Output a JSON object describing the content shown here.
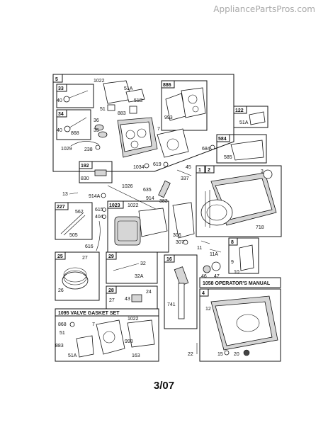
{
  "watermark": "AppliancePartsPros.com",
  "footer_text": "3/07",
  "boxes": {
    "cylinder_head_assy": "5",
    "valve_intake": "33",
    "valve_exhaust": "34",
    "gasket_kit_886": "886",
    "box_122": "122",
    "box_192": "192",
    "box_584": "584",
    "box_227": "227",
    "box_1023": "1023",
    "cylinder": "1",
    "box_2": "2",
    "box_8": "8",
    "box_25": "25",
    "box_29": "29",
    "box_28": "28",
    "box_16": "16",
    "sump": "4",
    "operators_manual": "1058 OPERATOR'S MANUAL",
    "valve_gasket_set": "1095 VALVE GASKET SET"
  },
  "callouts": {
    "c1022a": "1022",
    "c51Aa": "51A",
    "c51Ba": "51B",
    "c51a": "51",
    "c883a": "883",
    "c40a": "40",
    "c40b": "40",
    "c868a": "868",
    "c36": "36",
    "c35": "35",
    "c7a": "7",
    "c993a": "993",
    "c1029": "1029",
    "c238": "238",
    "c684": "684",
    "c585": "585",
    "c51Ab": "51A",
    "c1034": "1034",
    "c619": "619",
    "c45": "45",
    "c337": "337",
    "c830": "830",
    "c13": "13",
    "c914a": "914A",
    "c1026": "1026",
    "c635": "635",
    "c914": "914",
    "c383": "383",
    "c3": "3",
    "c718": "718",
    "c562": "562",
    "c615": "615",
    "c404": "404",
    "c505": "505",
    "c1022b": "1022",
    "c306": "306",
    "c307": "307",
    "c616": "616",
    "c11": "11",
    "c11A": "11A",
    "c9": "9",
    "c10": "10",
    "c27a": "27",
    "c26": "26",
    "c32": "32",
    "c32A": "32A",
    "c27b": "27",
    "c43": "43",
    "c24": "24",
    "c46": "46",
    "c47": "47",
    "c741": "741",
    "c12": "12",
    "c868b": "868",
    "c51b": "51",
    "c883b": "883",
    "c51Ac": "51A",
    "c7b": "7",
    "c1022c": "1022",
    "c993b": "993",
    "c163": "163",
    "c22": "22",
    "c15": "15",
    "c20": "20"
  }
}
